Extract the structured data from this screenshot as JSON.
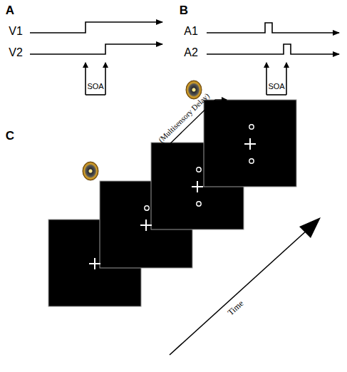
{
  "diagram": {
    "labels": [
      "A",
      "V1",
      "V2",
      "SOA",
      "B",
      "A1",
      "A2",
      "SOA",
      "C",
      "(Multisensory Delay)",
      "Time"
    ]
  }
}
